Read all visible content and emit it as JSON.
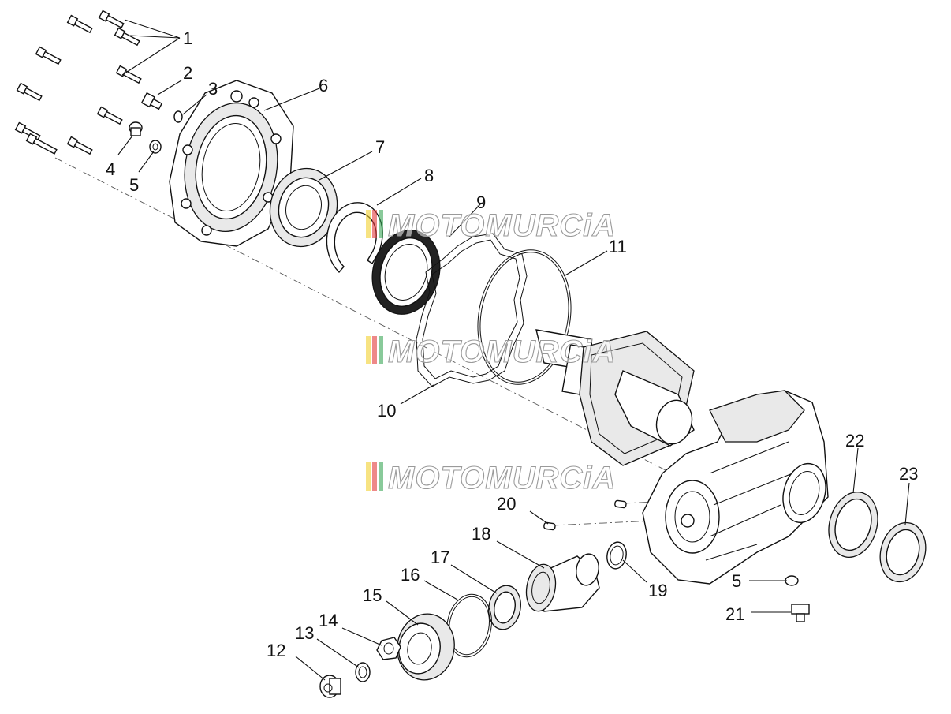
{
  "callouts": [
    {
      "num": "1"
    },
    {
      "num": "2"
    },
    {
      "num": "3"
    },
    {
      "num": "4"
    },
    {
      "num": "5"
    },
    {
      "num": "6"
    },
    {
      "num": "7"
    },
    {
      "num": "8"
    },
    {
      "num": "9"
    },
    {
      "num": "10"
    },
    {
      "num": "11"
    },
    {
      "num": "12"
    },
    {
      "num": "13"
    },
    {
      "num": "14"
    },
    {
      "num": "15"
    },
    {
      "num": "16"
    },
    {
      "num": "17"
    },
    {
      "num": "18"
    },
    {
      "num": "19"
    },
    {
      "num": "20"
    },
    {
      "num": "5"
    },
    {
      "num": "21"
    },
    {
      "num": "22"
    },
    {
      "num": "23"
    }
  ],
  "watermark": {
    "text": "MOTOMURCiA",
    "stripe_colors": [
      "#f2d12e",
      "#e23b3b",
      "#3aa757"
    ]
  }
}
